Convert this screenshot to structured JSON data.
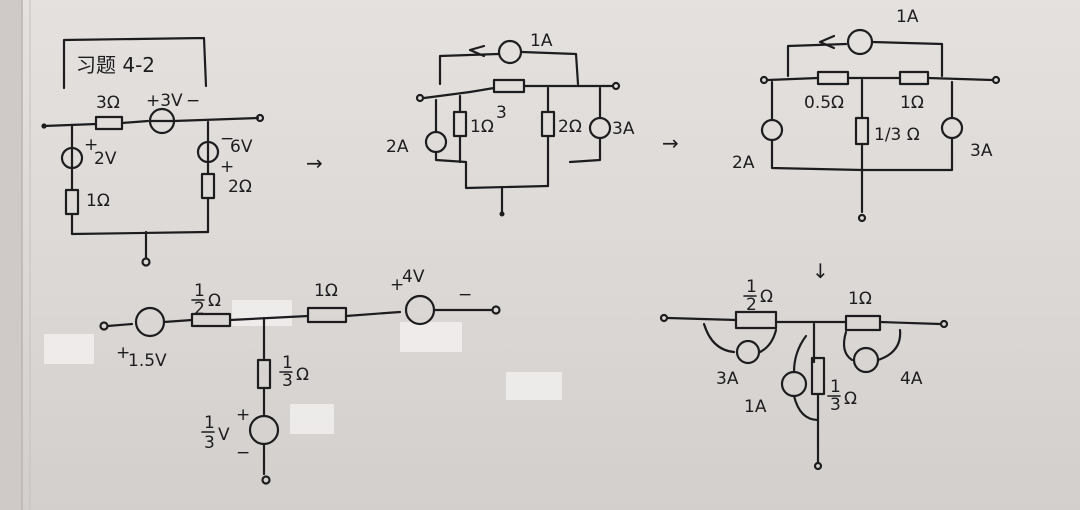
{
  "title": "习题 4-2",
  "arrows": [
    "→",
    "→",
    "↓"
  ],
  "circuit1": {
    "r_top": "3Ω",
    "v_top": "+3V",
    "v_top_minus": "−",
    "v_left_plus": "+",
    "v_left": "2V",
    "r_left": "1Ω",
    "v_right_minus": "−",
    "v_right": "6V",
    "v_right_plus": "+",
    "r_right": "2Ω"
  },
  "circuit2": {
    "i_top": "1A",
    "r_mid": "3",
    "r_left": "1Ω",
    "i_left": "2A",
    "r_right": "2Ω",
    "i_right": "3A"
  },
  "circuit3": {
    "i_top": "1A",
    "r_left": "0.5Ω",
    "r_right": "1Ω",
    "r_mid": "1/3 Ω",
    "i_left": "2A",
    "i_right": "3A"
  },
  "circuit4": {
    "r_half_num": "1",
    "r_half_den": "2",
    "r_half_unit": "Ω",
    "r_one": "1Ω",
    "v_top_plus": "+",
    "v_top": "4V",
    "v_top_minus": "−",
    "v_left_plus": "+",
    "v_left": "1.5V",
    "r_third_num": "1",
    "r_third_den": "3",
    "r_third_unit": "Ω",
    "v_bottom_num": "1",
    "v_bottom_den": "3",
    "v_bottom_unit": "V",
    "v_bottom_plus": "+",
    "v_bottom_minus": "−"
  },
  "circuit5": {
    "r_half_num": "1",
    "r_half_den": "2",
    "r_half_unit": "Ω",
    "r_one": "1Ω",
    "i_left": "3A",
    "i_mid": "1A",
    "r_third_num": "1",
    "r_third_den": "3",
    "r_third_unit": "Ω",
    "i_right": "4A"
  }
}
